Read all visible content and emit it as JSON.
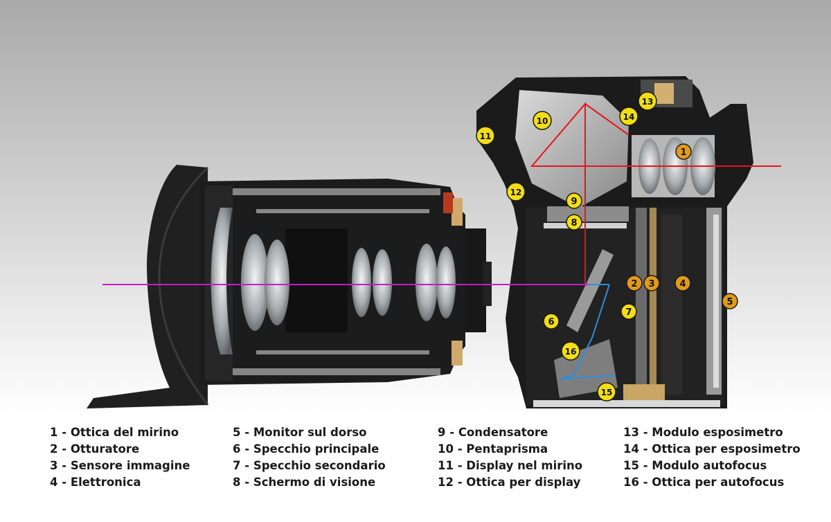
{
  "colors": {
    "background_top": "#a9a9a9",
    "background_bottom": "#ffffff",
    "body": "#1b1b1b",
    "viewfinder_axis": "#e8141b",
    "lens_axis": "#c41cc8",
    "af_path": "#2a8fe0",
    "marker_yellow": "#f2dd17",
    "marker_orange": "#e19a1d"
  },
  "markers": [
    {
      "label": "1",
      "color": "orange"
    },
    {
      "label": "2",
      "color": "orange"
    },
    {
      "label": "3",
      "color": "orange"
    },
    {
      "label": "4",
      "color": "orange"
    },
    {
      "label": "5",
      "color": "orange"
    },
    {
      "label": "6",
      "color": "yellow"
    },
    {
      "label": "7",
      "color": "yellow"
    },
    {
      "label": "8",
      "color": "yellow"
    },
    {
      "label": "9",
      "color": "yellow"
    },
    {
      "label": "10",
      "color": "yellow"
    },
    {
      "label": "11",
      "color": "yellow"
    },
    {
      "label": "12",
      "color": "yellow"
    },
    {
      "label": "13",
      "color": "yellow"
    },
    {
      "label": "14",
      "color": "yellow"
    },
    {
      "label": "15",
      "color": "yellow"
    },
    {
      "label": "16",
      "color": "yellow"
    }
  ],
  "legend": {
    "columns": [
      [
        "1 - Ottica del mirino",
        "2 - Otturatore",
        "3 - Sensore immagine",
        "4 - Elettronica"
      ],
      [
        "5 - Monitor sul dorso",
        "6 - Specchio principale",
        "7 - Specchio secondario",
        "8 - Schermo di visione"
      ],
      [
        "9 - Condensatore",
        "10 - Pentaprisma",
        "11 - Display nel mirino",
        "12 - Ottica per display"
      ],
      [
        "13 - Modulo esposimetro",
        "14 - Ottica per esposimetro",
        "15 - Modulo autofocus",
        "16 - Ottica per autofocus"
      ]
    ]
  }
}
